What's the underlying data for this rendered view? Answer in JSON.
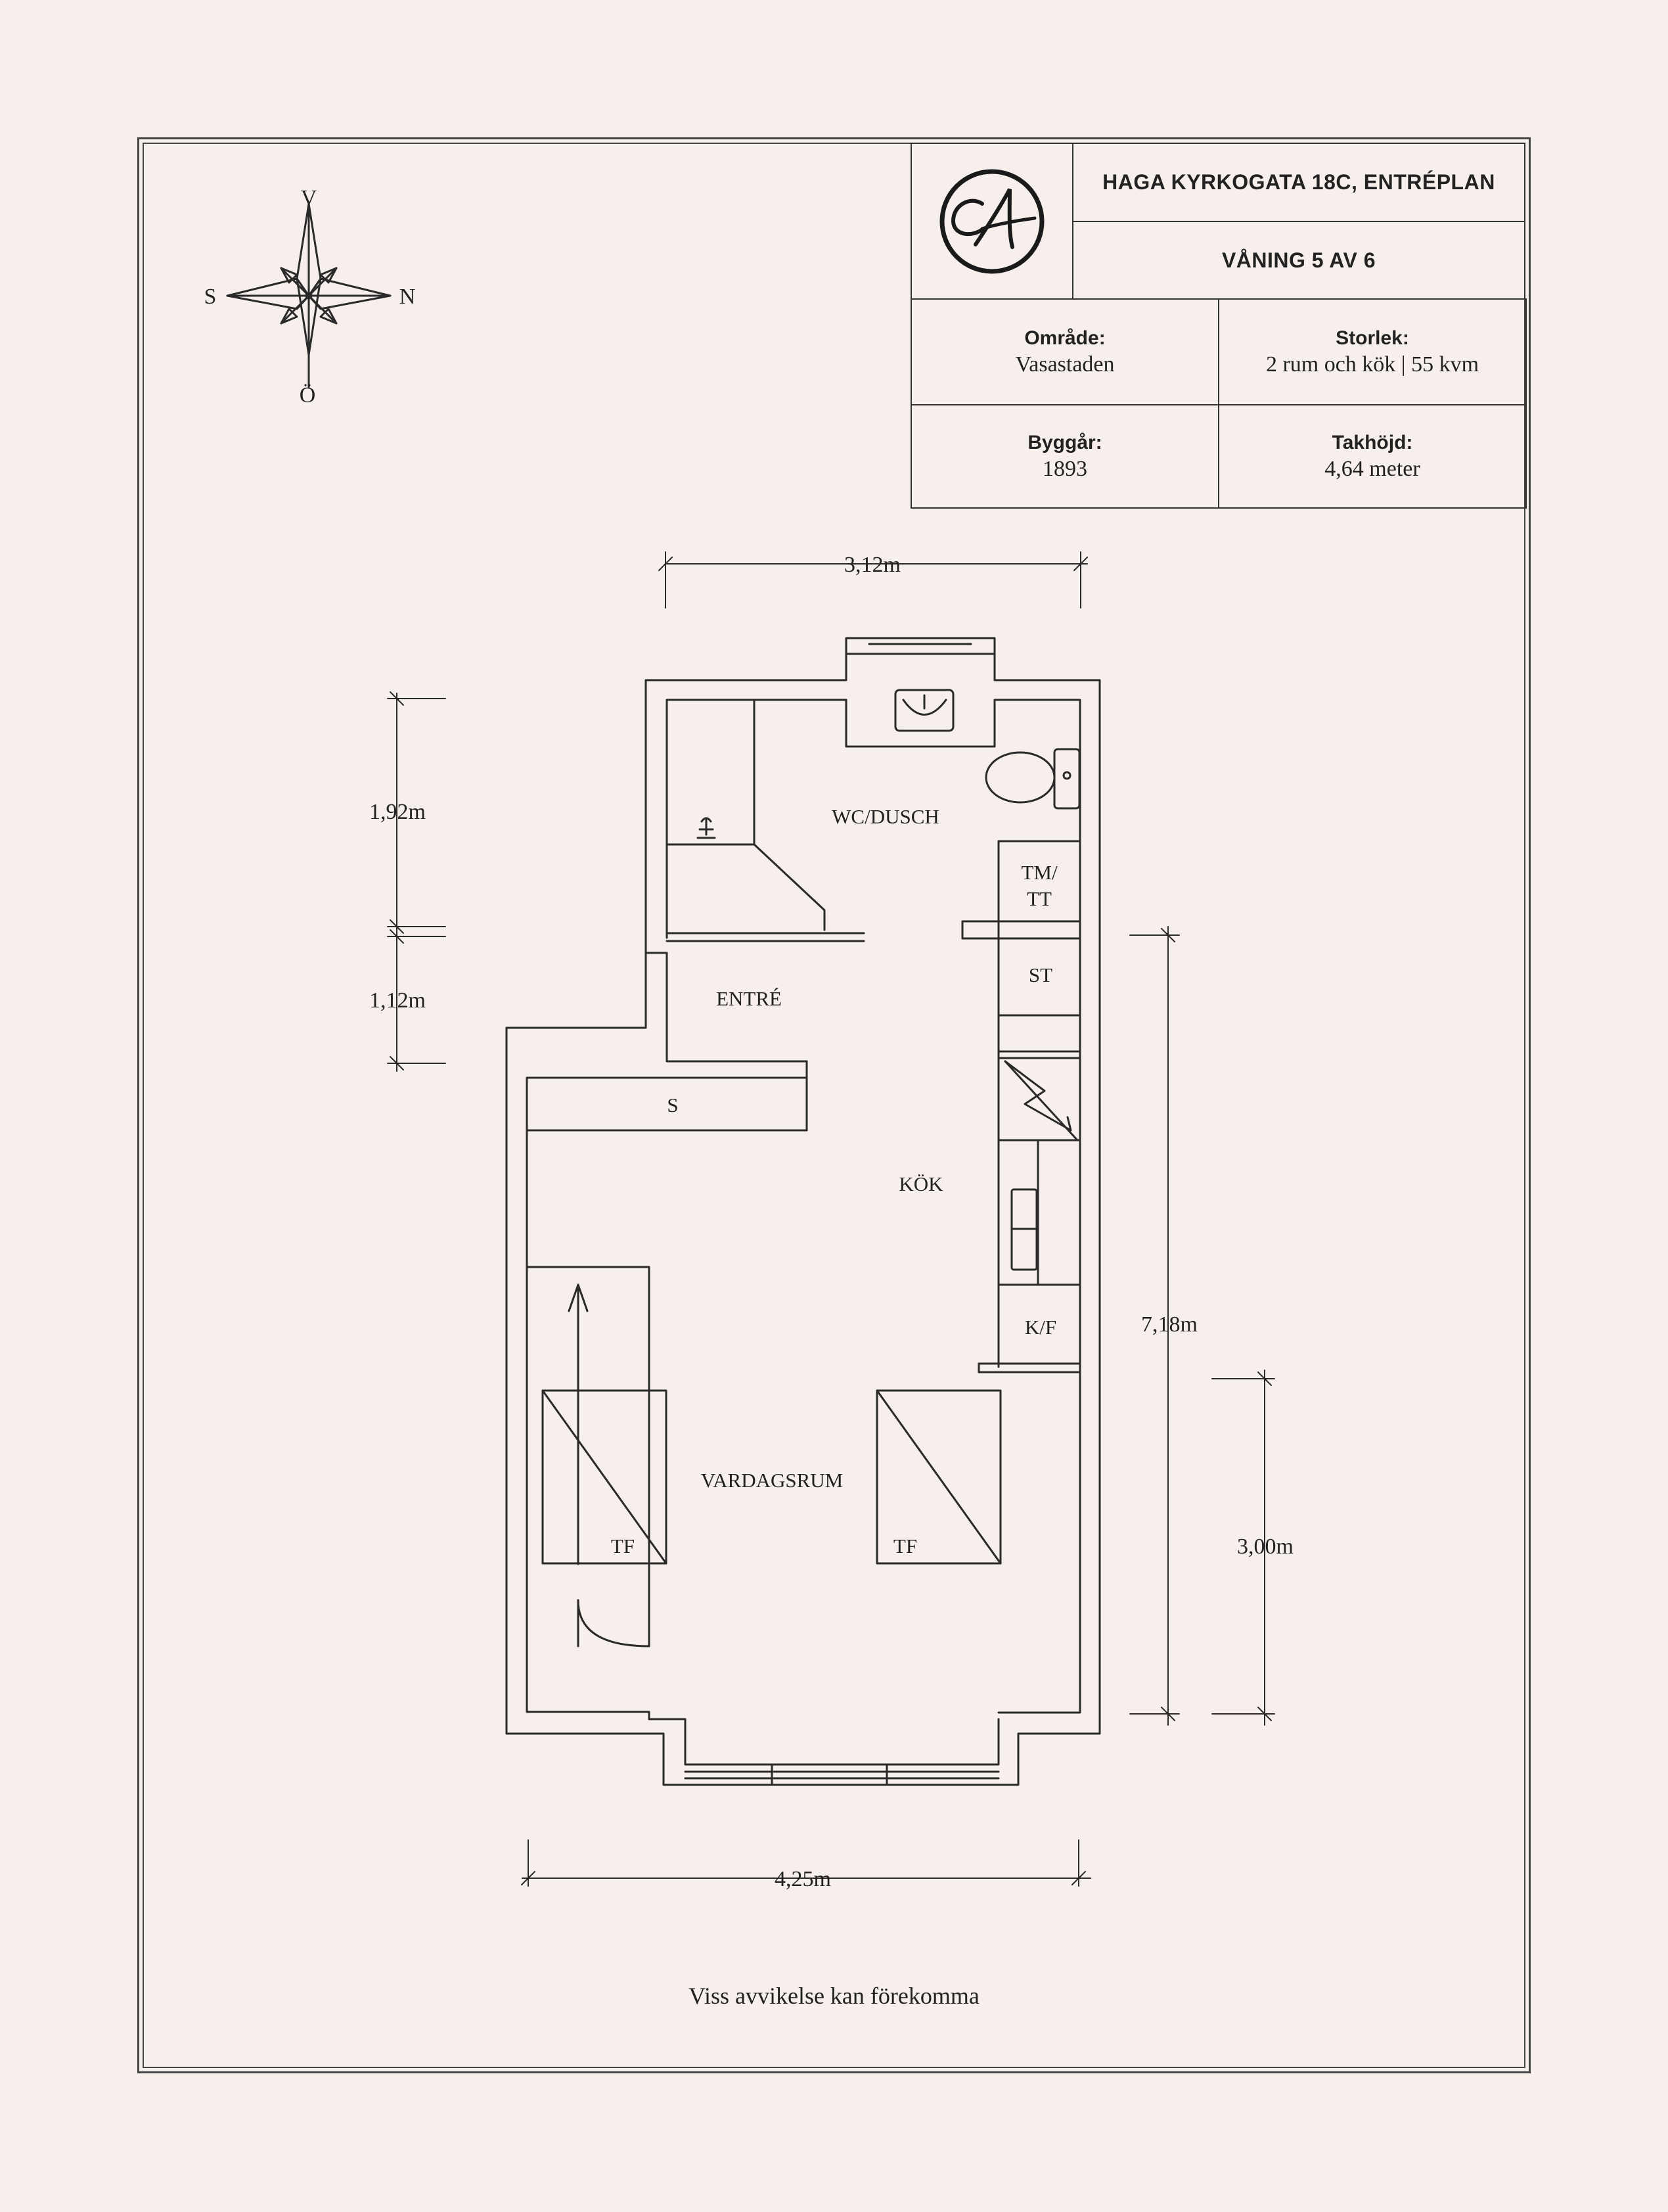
{
  "header": {
    "address": "HAGA KYRKOGATA 18C, ENTRÉPLAN",
    "floor": "VÅNING 5 AV 6",
    "logo": "monogram-logo"
  },
  "facts": {
    "area_label": "Område:",
    "area_value": "Vasastaden",
    "size_label": "Storlek:",
    "size_value": "2 rum och kök | 55 kvm",
    "year_label": "Byggår:",
    "year_value": "1893",
    "height_label": "Takhöjd:",
    "height_value": "4,64 meter"
  },
  "compass": {
    "north": "N",
    "south": "S",
    "west": "V",
    "east": "Ö"
  },
  "rooms": {
    "wc": "WC/DUSCH",
    "tm_tt_line1": "TM/",
    "tm_tt_line2": "TT",
    "st": "ST",
    "entre": "ENTRÉ",
    "s": "S",
    "kok": "KÖK",
    "kf": "K/F",
    "vardagsrum": "VARDAGSRUM",
    "tf1": "TF",
    "tf2": "TF"
  },
  "dimensions": {
    "top": "3,12m",
    "left_upper": "1,92m",
    "left_lower": "1,12m",
    "right_long": "7,18m",
    "right_short": "3,00m",
    "bottom": "4,25m"
  },
  "footer": {
    "note": "Viss avvikelse kan förekomma"
  }
}
